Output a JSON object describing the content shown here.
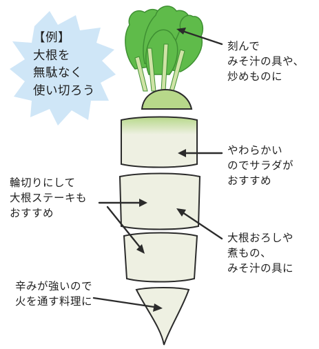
{
  "colors": {
    "leaf": "#5fbb4a",
    "leaf_dark": "#3e8f32",
    "stem": "#cfe3a6",
    "radish_top": "#b7d88a",
    "radish_body": "#eef0e2",
    "outline": "#2b2b2b",
    "burst": "#cfe6f7",
    "text": "#1f1f1f"
  },
  "example_badge": {
    "lines": [
      "【例】",
      "大根を",
      "無駄なく",
      "使い切ろう"
    ]
  },
  "annotations": {
    "leaves": [
      "刻んで",
      "みそ汁の具や、",
      "炒めものに"
    ],
    "upper": [
      "やわらかい",
      "のでサラダが",
      "おすすめ"
    ],
    "middle_left": [
      "輪切りにして",
      "大根ステーキも",
      "おすすめ"
    ],
    "middle_right": [
      "大根おろしや",
      "煮もの、",
      "みそ汁の具に"
    ],
    "tip": [
      "辛みが強いので",
      "火を通す料理に"
    ]
  }
}
